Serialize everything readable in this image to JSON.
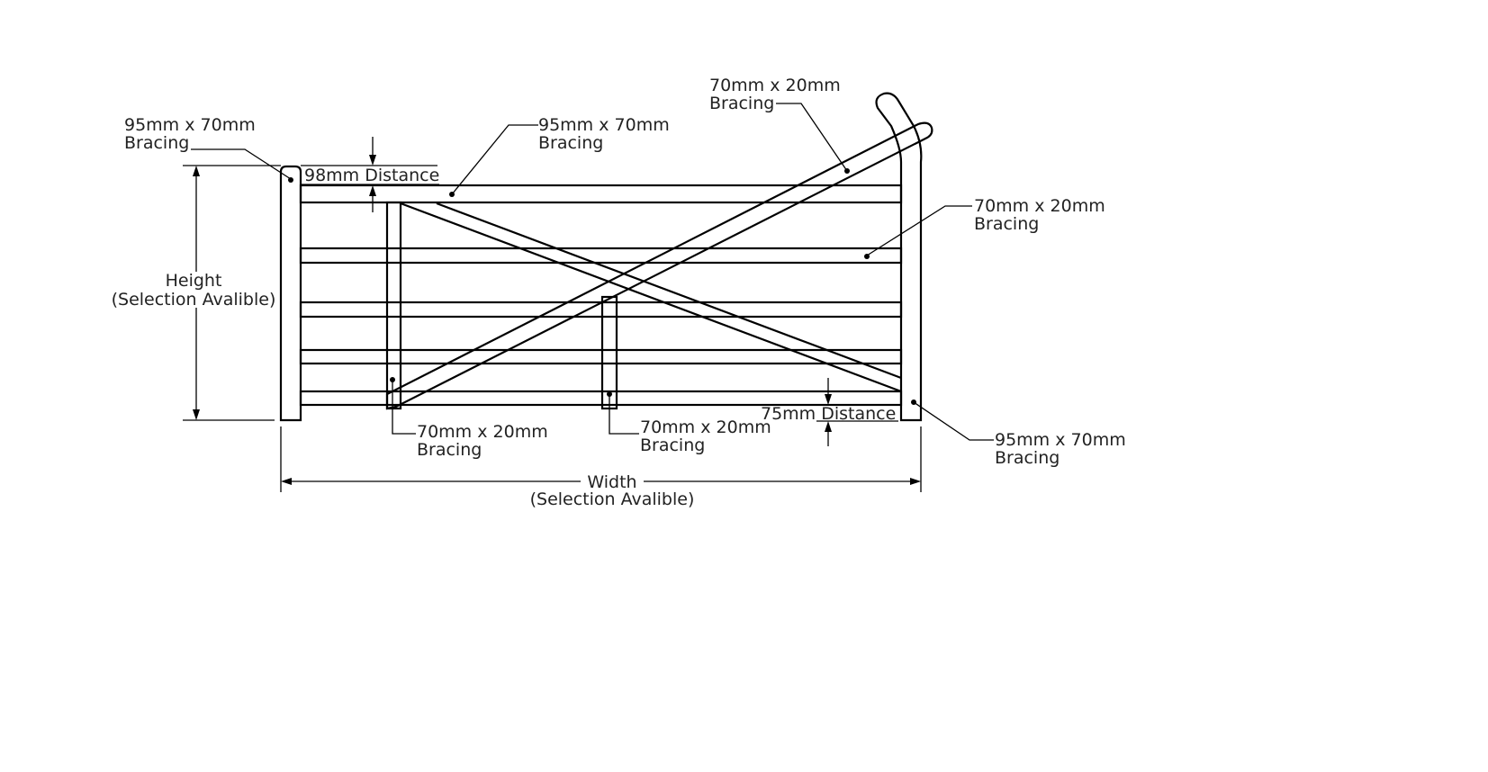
{
  "callouts": {
    "left_post": {
      "line1": "95mm x 70mm",
      "line2": "Bracing"
    },
    "top_rail": {
      "line1": "95mm x 70mm",
      "line2": "Bracing"
    },
    "long_brace": {
      "line1": "70mm x 20mm",
      "line2": "Bracing"
    },
    "mid_rail": {
      "line1": "70mm x 20mm",
      "line2": "Bracing"
    },
    "bottom_left_stile": {
      "line1": "70mm x 20mm",
      "line2": "Bracing"
    },
    "center_upright": {
      "line1": "70mm x 20mm",
      "line2": "Bracing"
    },
    "right_post": {
      "line1": "95mm x 70mm",
      "line2": "Bracing"
    }
  },
  "dimensions": {
    "top_gap": "98mm Distance",
    "bottom_gap": "75mm Distance",
    "height": {
      "line1": "Height",
      "line2": "(Selection Avalible)"
    },
    "width": {
      "line1": "Width",
      "line2": "(Selection Avalible)"
    }
  }
}
